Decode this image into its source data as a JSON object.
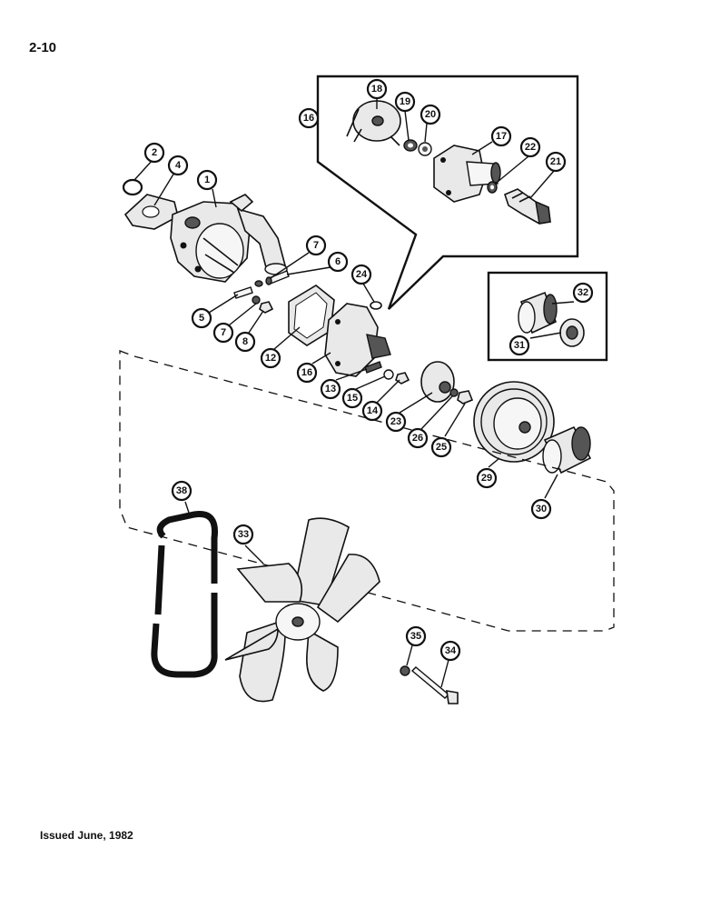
{
  "page": {
    "page_number": "2-10",
    "issued": "Issued June, 1982"
  },
  "callouts": [
    "1",
    "2",
    "4",
    "5",
    "6",
    "7",
    "7",
    "8",
    "12",
    "13",
    "14",
    "15",
    "16",
    "16",
    "17",
    "18",
    "19",
    "20",
    "21",
    "22",
    "23",
    "24",
    "25",
    "26",
    "29",
    "30",
    "31",
    "32",
    "33",
    "34",
    "35",
    "38"
  ]
}
